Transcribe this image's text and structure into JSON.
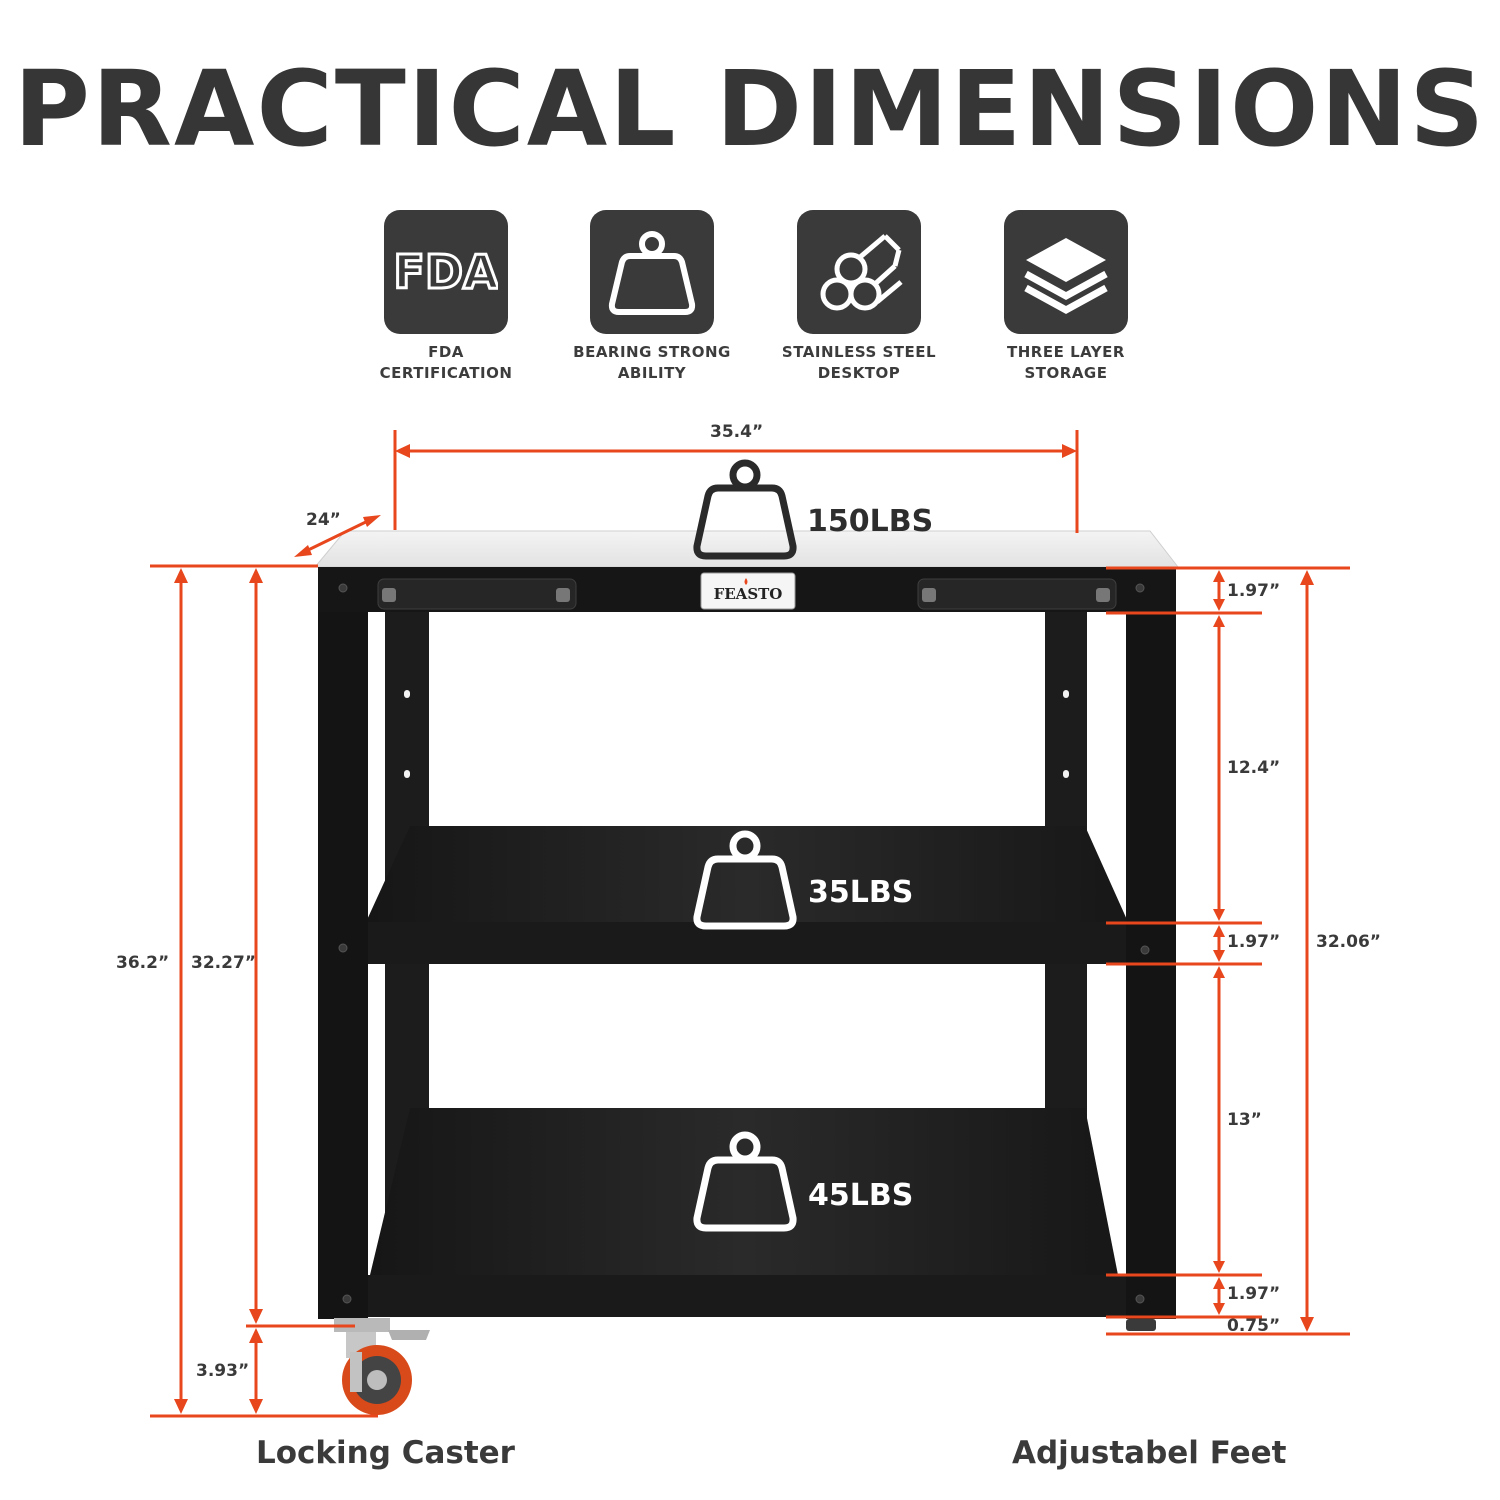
{
  "title": "PRACTICAL DIMENSIONS",
  "features": [
    {
      "icon": "fda-logo-icon",
      "line1": "FDA",
      "line2": "CERTIFICATION"
    },
    {
      "icon": "weight-icon",
      "line1": "BEARING STRONG",
      "line2": "ABILITY"
    },
    {
      "icon": "steel-pipes-icon",
      "line1": "STAINLESS STEEL",
      "line2": "DESKTOP"
    },
    {
      "icon": "layers-icon",
      "line1": "THREE LAYER",
      "line2": "STORAGE"
    }
  ],
  "fda_logo_text": "FDA",
  "brand": "FEASTO",
  "dimensions": {
    "width": "35.4”",
    "depth": "24”",
    "total_height": "36.2”",
    "frame_height": "32.27”",
    "caster_height": "3.93”",
    "right_total": "32.06”",
    "top_band": "1.97”",
    "upper_gap": "12.4”",
    "mid_band": "1.97”",
    "lower_gap": "13”",
    "bottom_band": "1.97”",
    "feet": "0.75”"
  },
  "loads": {
    "top": "150LBS",
    "middle": "35LBS",
    "bottom": "45LBS"
  },
  "footer": {
    "left": "Locking Caster",
    "right": "Adjustabel Feet"
  },
  "colors": {
    "accent": "#e8461c",
    "tile": "#3a3a3a",
    "frame": "#1b1b1b",
    "text": "#363636"
  }
}
